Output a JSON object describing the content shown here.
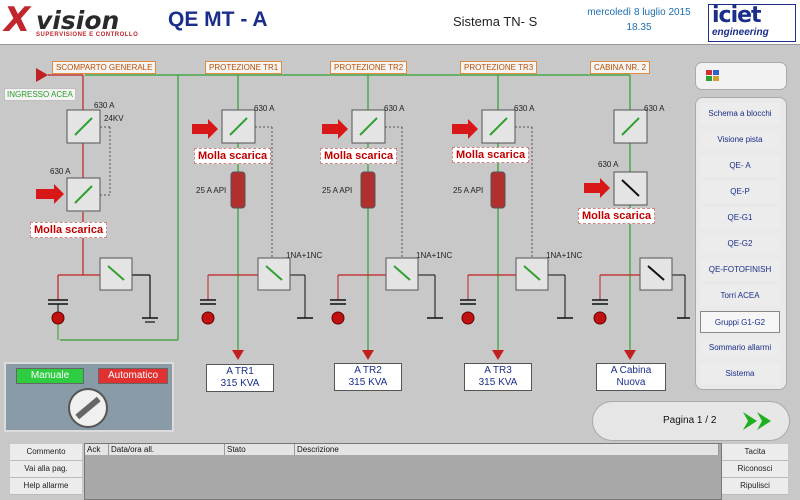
{
  "header": {
    "logo_x": "X",
    "logo_text": "vision",
    "logo_subtitle": "SUPERVISIONE E CONTROLLO",
    "title": "QE MT - A",
    "system": "Sistema TN- S",
    "date": "mercoledì 8 luglio 2015",
    "time": "18.35",
    "brand_main": "iciet",
    "brand_sub": "engineering"
  },
  "diagram": {
    "ingresso": "INGRESSO ACEA",
    "sections": [
      {
        "label": "SCOMPARTO GENERALE"
      },
      {
        "label": "PROTEZIONE TR1"
      },
      {
        "label": "PROTEZIONE TR2"
      },
      {
        "label": "PROTEZIONE TR3"
      },
      {
        "label": "CABINA NR. 2"
      }
    ],
    "amp_label": "630 A",
    "kv_label": "24KV",
    "fuse_label": "25 A API",
    "contact_label": "1NA+1NC",
    "molla_label": "Molla scarica",
    "outputs": [
      {
        "line1": "A TR1",
        "line2": "315 KVA"
      },
      {
        "line1": "A TR2",
        "line2": "315 KVA"
      },
      {
        "line1": "A TR3",
        "line2": "315 KVA"
      },
      {
        "line1": "A Cabina",
        "line2": "Nuova"
      }
    ]
  },
  "mode": {
    "manual": "Manuale",
    "automatic": "Automatico",
    "manual_color": "#2ecc40",
    "automatic_color": "#e03030"
  },
  "sidebar": {
    "items": [
      {
        "label": "Schema a blocchi"
      },
      {
        "label": "Visione pista"
      },
      {
        "label": "QE- A"
      },
      {
        "label": "QE-P"
      },
      {
        "label": "QE-G1"
      },
      {
        "label": "QE-G2"
      },
      {
        "label": "QE-FOTOFINISH"
      },
      {
        "label": "Torri ACEA"
      },
      {
        "label": "Gruppi G1-G2"
      },
      {
        "label": "Sommario allarmi"
      },
      {
        "label": "Sistema"
      }
    ],
    "active_index": 8
  },
  "pager": {
    "label": "Pagina 1 / 2"
  },
  "alarms": {
    "left_buttons": [
      "Commento",
      "Vai alla pag.",
      "Help allarme"
    ],
    "right_buttons": [
      "Tacita",
      "Riconosci",
      "Ripulisci"
    ],
    "columns": [
      "Ack",
      "Data/ora all.",
      "Stato",
      "Descrizione"
    ]
  },
  "colors": {
    "line_green": "#30a030",
    "line_red": "#c02020",
    "accent_blue": "#1a2e8a"
  }
}
